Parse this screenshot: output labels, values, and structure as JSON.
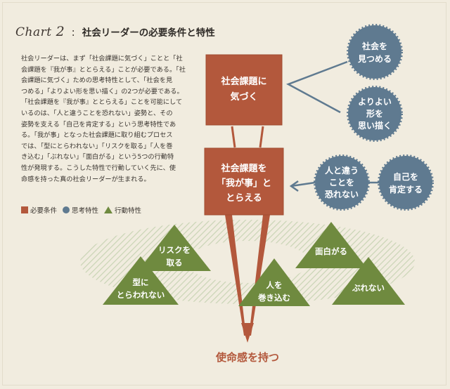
{
  "title": {
    "chart_word": "Chart",
    "number": "2",
    "separator": ":",
    "text": "社会リーダーの必要条件と特性"
  },
  "paragraph_lines": [
    "社会リーダーは、まず「社会課題に気づく」ことと「社",
    "会課題を『我が事』ととらえる」ことが必要である。「社",
    "会課題に気づく」ための思考特性として、「社会を見",
    "つめる」「よりよい形を思い描く」の2つが必要である。",
    "「社会課題を『我が事』ととらえる」ことを可能にして",
    "いるのは、「人と違うことを恐れない」姿勢と、その",
    "姿勢を支える「自己を肯定する」という思考特性であ",
    "る。「我が事」となった社会課題に取り組むプロセス",
    "では、「型にとらわれない」「リスクを取る」「人を巻",
    "き込む」「ぶれない」「面白がる」という5つの行動特",
    "性が発現する。こうした特性で行動していく先に、使",
    "命感を持った真の社会リーダーが生まれる。"
  ],
  "legend": {
    "requirements": "必要条件",
    "thinking": "思考特性",
    "behavior": "行動特性"
  },
  "colors": {
    "requirement": "#b3583c",
    "thinking": "#5f7a90",
    "behavior": "#6f8a3f",
    "background": "#f1ecdf"
  },
  "diagram": {
    "box_notice": [
      "社会課題に",
      "気づく"
    ],
    "box_own": [
      "社会課題を",
      "「我が事」と",
      "とらえる"
    ],
    "circle_watch": [
      "社会を",
      "見つめる"
    ],
    "circle_envision": [
      "よりよい",
      "形を",
      "思い描く"
    ],
    "circle_unafraid": [
      "人と違う",
      "ことを",
      "恐れない"
    ],
    "circle_affirm": [
      "自己を",
      "肯定する"
    ],
    "tri_risk": [
      "リスクを",
      "取る"
    ],
    "tri_unbound": [
      "型に",
      "とらわれない"
    ],
    "tri_involve": [
      "人を",
      "巻き込む"
    ],
    "tri_fun": [
      "面白がる"
    ],
    "tri_steady": [
      "ぶれない"
    ],
    "bottom": "使命感を持つ"
  }
}
